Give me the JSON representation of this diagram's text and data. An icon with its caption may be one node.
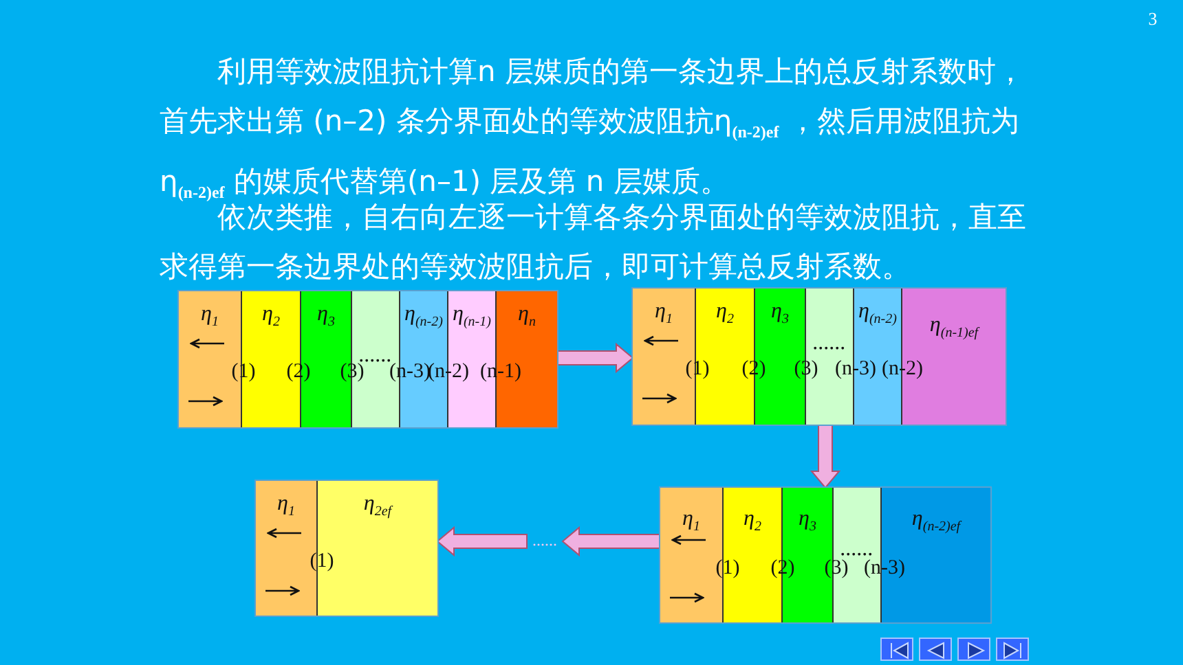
{
  "diagram": {
    "nodes": [
      {
        "text": [],
        "shape": "box"
      },
      {
        "text": [
          "η$_{1}$"
        ],
        "in": 0
      },
      {
        "text": [
          "η$_{2}$"
        ],
        "in": 0
      },
      {
        "text": [
          "η$_{3}$"
        ],
        "in": 0
      },
      {
        "text": [
          "......"
        ],
        "in": 0
      },
      {
        "text": [
          "η$_{(n-2)}$"
        ],
        "in": 0
      },
      {
        "text": [
          "η$_{(n-1)}$"
        ],
        "in": 0
      },
      {
        "text": [
          "η$_{n}$"
        ],
        "in": 0
      },
      {
        "text": [],
        "shape": "box"
      },
      {
        "text": [
          "η$_{1}$"
        ],
        "in": 8
      },
      {
        "text": [
          "η$_{2}$"
        ],
        "in": 8
      },
      {
        "text": [
          "η$_{3}$"
        ],
        "in": 8
      },
      {
        "text": [
          "......"
        ],
        "in": 8
      },
      {
        "text": [
          "η$_{(n-2)}$"
        ],
        "in": 8
      },
      {
        "text": [
          "η$_{(n-1)ef}$"
        ],
        "in": 8
      },
      {
        "text": [],
        "shape": "box"
      },
      {
        "text": [
          "η$_{1}$"
        ],
        "in": 15
      },
      {
        "text": [
          "η$_{2}$"
        ],
        "in": 15
      },
      {
        "text": [
          "η$_{3}$"
        ],
        "in": 15
      },
      {
        "text": [
          "......"
        ],
        "in": 15
      },
      {
        "text": [
          "η$_{(n-2)ef}$"
        ],
        "in": 15
      },
      {
        "text": [],
        "shape": "box"
      },
      {
        "text": [
          "η$_{1}$"
        ],
        "in": 21
      },
      {
        "text": [
          "η$_{2ef}$"
        ],
        "in": 21
      },
      {
        "text": [
          "......"
        ]
      }
    ],
    "edges": [
      {
        "from": 0,
        "to": 8,
        "arrow": "to"
      },
      {
        "from": 8,
        "to": 15,
        "arrow": "to"
      },
      {
        "from": 15,
        "to": 24,
        "arrow": "to"
      },
      {
        "from": 24,
        "to": 21,
        "arrow": "to"
      }
    ],
    "labels": [
      "3",
      "利用等效波阻抗计算n 层媒质的第一条边界上的总反射系数时，首先求出第 (n–2) 条分界面处的等效波阻抗η$_{(n-2)ef}$ ，然后用波阻抗为η$_{(n-2)ef}$ 的媒质代替第(n–1) 层及第 n 层媒质。",
      "依次类推，自右向左逐一计算各条分界面处的等效波阻抗，直至求得第一条边界处的等效波阻抗后，即可计算总反射系数。",
      "(1)",
      "(2)",
      "(3)",
      "(n-3)",
      "(n-2)",
      "(n-1)",
      "(1)",
      "(2)",
      "(3)",
      "(n-3)",
      "(n-2)",
      "(1)",
      "(1)",
      "(2)",
      "(3)",
      "(n-3)"
    ]
  }
}
